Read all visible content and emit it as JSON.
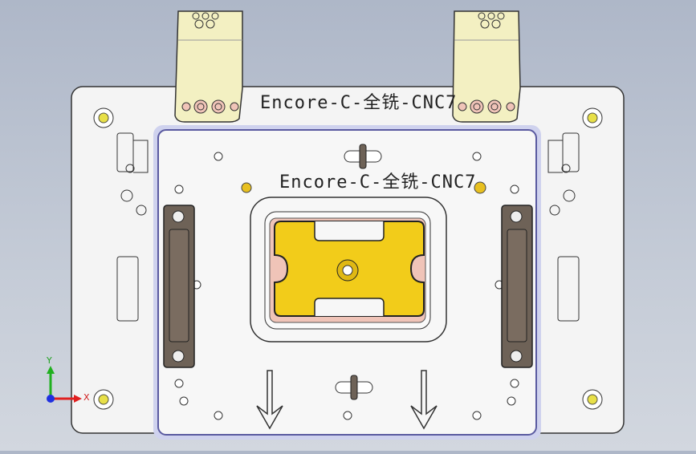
{
  "model": {
    "top_engraving": "Encore-C-全铣-CNC7",
    "plate_engraving": "Encore-C-全铣-CNC7"
  },
  "triad": {
    "y_label": "Y",
    "x_label": "X"
  },
  "colors": {
    "background_top": "#aeb7c8",
    "base_plate": "#f4f4f4",
    "inner_plate_edge": "#5a5aa0",
    "part_yellow": "#f2cc1a",
    "pocket_pink": "#f0c4b8",
    "clamp_tab": "#f3f0c2",
    "clamp_block": "#6e6257",
    "axis_x": "#e02020",
    "axis_y": "#20b020",
    "axis_z": "#2030e0"
  }
}
